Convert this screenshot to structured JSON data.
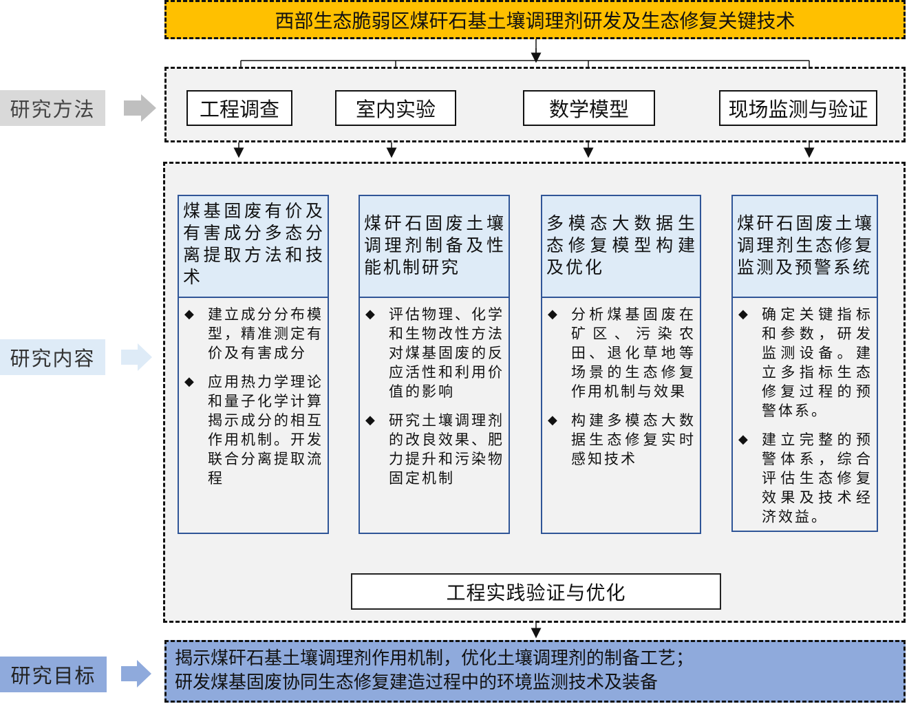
{
  "title": "西部生态脆弱区煤矸石基土壤调理剂研发及生态修复关键技术",
  "side_labels": {
    "method": "研究方法",
    "content": "研究内容",
    "goal": "研究目标"
  },
  "methods": [
    "工程调查",
    "室内实验",
    "数学模型",
    "现场监测与验证"
  ],
  "columns": [
    {
      "heading": "煤基固废有价及有害成分多态分离提取方法和技术",
      "bullets": [
        "建立成分分布模型，精准测定有价及有害成分",
        "应用热力学理论和量子化学计算揭示成分的相互作用机制。开发联合分离提取流程"
      ]
    },
    {
      "heading": "煤矸石固废土壤调理剂制备及性能机制研究",
      "bullets": [
        "评估物理、化学和生物改性方法对煤基固废的反应活性和利用价值的影响",
        "研究土壤调理剂的改良效果、肥力提升和污染物固定机制"
      ]
    },
    {
      "heading": "多模态大数据生态修复模型构建及优化",
      "bullets": [
        "分析煤基固废在矿区、污染农田、退化草地等场景的生态修复作用机制与效果",
        "构建多模态大数据生态修复实时感知技术"
      ]
    },
    {
      "heading": "煤矸石固废土壤调理剂生态修复监测及预警系统",
      "bullets": [
        "确定关键指标和参数，研发监测设备。建立多指标生态修复过程的预警体系。",
        "建立完整的预警体系，综合评估生态修复效果及技术经济效益。"
      ]
    }
  ],
  "bullet_glyph": "◆",
  "practice": "工程实践验证与优化",
  "goal_lines": [
    "揭示煤矸石基土壤调理剂作用机制，优化土壤调理剂的制备工艺；",
    "研发煤基固废协同生态修复建造过程中的环境监测技术及装备"
  ]
}
